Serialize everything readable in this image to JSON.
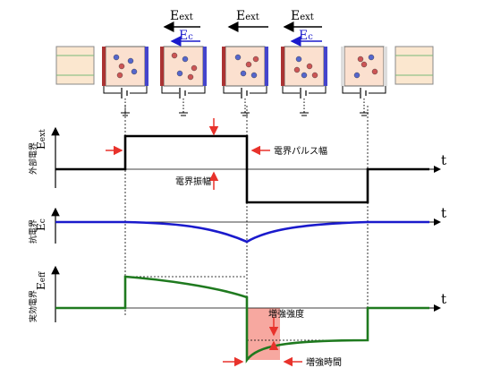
{
  "field_arrows": [
    {
      "label": "E",
      "sub": "ext"
    },
    {
      "label": "E",
      "sub": "ext"
    },
    {
      "label": "E",
      "sub": "ext"
    }
  ],
  "coercive_arrows": [
    {
      "label": "E",
      "sub": "c"
    },
    {
      "label": "E",
      "sub": "c"
    }
  ],
  "panels": [
    {
      "ylabel": "外部電界",
      "yaxis": "E",
      "yaxis_sub": "ext",
      "xaxis": "t"
    },
    {
      "ylabel": "抗電界",
      "yaxis": "E",
      "yaxis_sub": "c",
      "xaxis": "t"
    },
    {
      "ylabel": "実効電界",
      "yaxis": "E",
      "yaxis_sub": "eff",
      "xaxis": "t"
    }
  ],
  "annotations": {
    "pulse_width": "電界パルス幅",
    "field_amplitude": "電界振幅",
    "enhancement_strength": "増強強度",
    "enhancement_time": "増強時間"
  },
  "colors": {
    "external_field": "#000000",
    "coercive_field": "#1a1acc",
    "effective_field": "#1f7a1f",
    "marker": "#e8322b",
    "enhancement_region": "#f7a8a0"
  }
}
